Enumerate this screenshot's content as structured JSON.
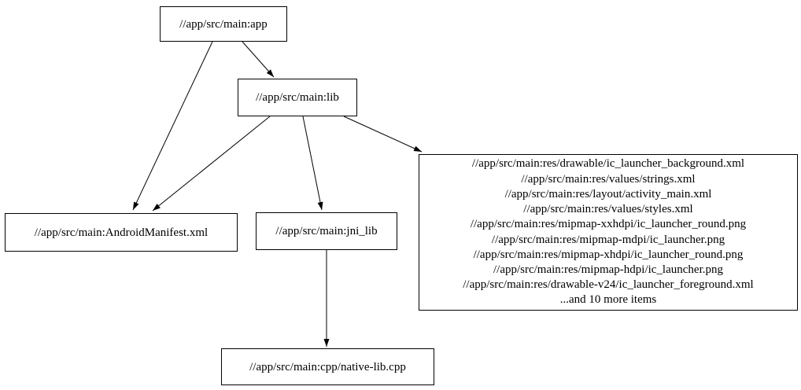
{
  "diagram": {
    "type": "dependency-graph",
    "background_color": "#ffffff",
    "node_border_color": "#000000",
    "edge_color": "#000000",
    "nodes": {
      "app": {
        "label": "//app/src/main:app"
      },
      "lib": {
        "label": "//app/src/main:lib"
      },
      "android_manifest": {
        "label": "//app/src/main:AndroidManifest.xml"
      },
      "jni_lib": {
        "label": "//app/src/main:jni_lib"
      },
      "resources": {
        "lines": [
          "//app/src/main:res/drawable/ic_launcher_background.xml",
          "//app/src/main:res/values/strings.xml",
          "//app/src/main:res/layout/activity_main.xml",
          "//app/src/main:res/values/styles.xml",
          "//app/src/main:res/mipmap-xxhdpi/ic_launcher_round.png",
          "//app/src/main:res/mipmap-mdpi/ic_launcher.png",
          "//app/src/main:res/mipmap-xhdpi/ic_launcher_round.png",
          "//app/src/main:res/mipmap-hdpi/ic_launcher.png",
          "//app/src/main:res/drawable-v24/ic_launcher_foreground.xml",
          "...and 10 more items"
        ]
      },
      "native_lib": {
        "label": "//app/src/main:cpp/native-lib.cpp"
      }
    },
    "edges": [
      {
        "from": "app",
        "to": "android_manifest"
      },
      {
        "from": "app",
        "to": "lib"
      },
      {
        "from": "lib",
        "to": "android_manifest"
      },
      {
        "from": "lib",
        "to": "jni_lib"
      },
      {
        "from": "lib",
        "to": "resources"
      },
      {
        "from": "jni_lib",
        "to": "native_lib"
      }
    ]
  }
}
